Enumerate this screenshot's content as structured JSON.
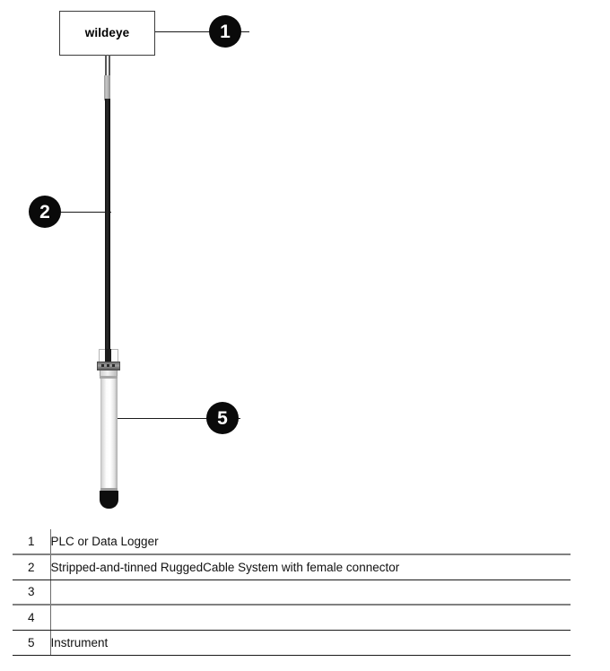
{
  "figure": {
    "device": {
      "label": "wildeye"
    },
    "callouts": [
      {
        "id": "1",
        "number": "1"
      },
      {
        "id": "2",
        "number": "2"
      },
      {
        "id": "5",
        "number": "5"
      }
    ],
    "colors": {
      "callout_fill": "#0a0a0a",
      "callout_text": "#ffffff",
      "cable": "#1b1b1b",
      "instrument_body": "#f2f2f2",
      "instrument_tip": "#0d0d0d",
      "rule_gray": "#808080",
      "rule_black": "#1a1a1a"
    }
  },
  "legend": {
    "rows": [
      {
        "number": "1",
        "description": "PLC or Data Logger"
      },
      {
        "number": "2",
        "description": "Stripped-and-tinned RuggedCable System with female connector"
      },
      {
        "number": "3",
        "description": ""
      },
      {
        "number": "4",
        "description": ""
      },
      {
        "number": "5",
        "description": "Instrument"
      }
    ]
  }
}
